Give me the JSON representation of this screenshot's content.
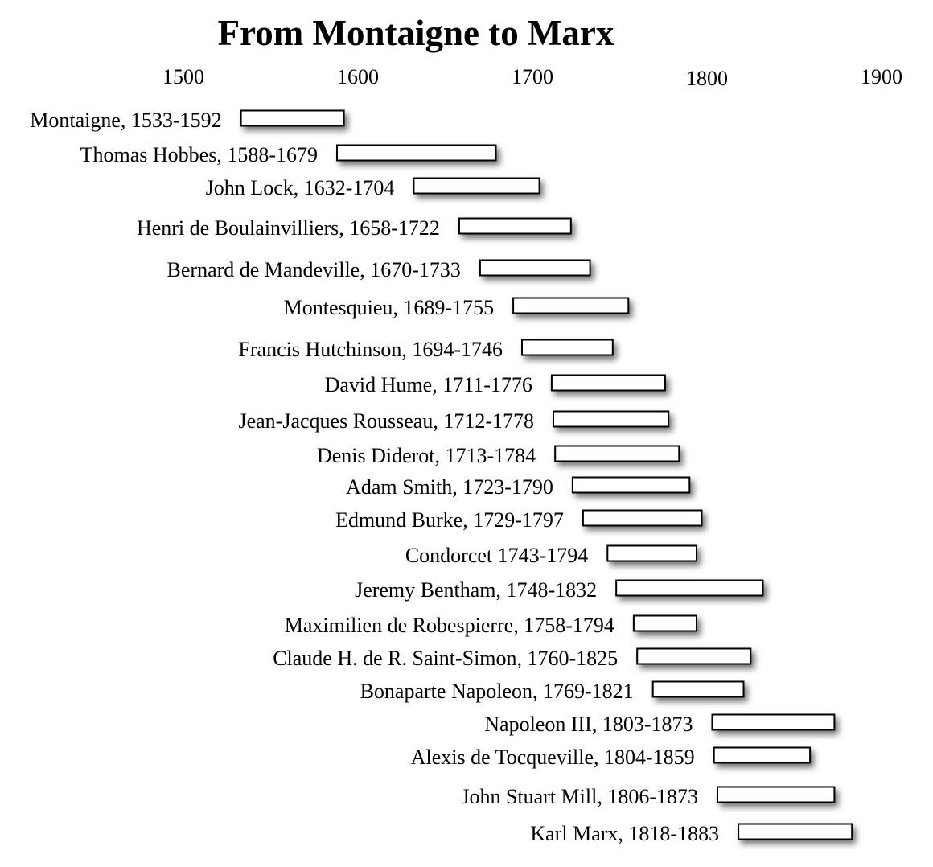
{
  "chart_data": {
    "type": "bar",
    "orientation": "horizontal-range",
    "title": "From Montaigne to Marx",
    "xlabel": "",
    "ylabel": "",
    "xlim": [
      1500,
      1900
    ],
    "x_ticks": [
      "1500",
      "1600",
      "1700",
      "1800",
      "1900"
    ],
    "grid": false,
    "legend": "none",
    "bar_fill": "#ffffff",
    "bar_stroke": "#000000",
    "series": [
      {
        "values": [
          {
            "label": "Montaigne, 1533-1592",
            "start": 1533,
            "end": 1592
          },
          {
            "label": "Thomas Hobbes, 1588-1679",
            "start": 1588,
            "end": 1679
          },
          {
            "label": "John Lock, 1632-1704",
            "start": 1632,
            "end": 1704
          },
          {
            "label": "Henri de Boulainvilliers, 1658-1722",
            "start": 1658,
            "end": 1722
          },
          {
            "label": "Bernard de Mandeville, 1670-1733",
            "start": 1670,
            "end": 1733
          },
          {
            "label": "Montesquieu, 1689-1755",
            "start": 1689,
            "end": 1755
          },
          {
            "label": "Francis Hutchinson, 1694-1746",
            "start": 1694,
            "end": 1746
          },
          {
            "label": "David Hume, 1711-1776",
            "start": 1711,
            "end": 1776
          },
          {
            "label": "Jean-Jacques Rousseau, 1712-1778",
            "start": 1712,
            "end": 1778
          },
          {
            "label": "Denis Diderot, 1713-1784",
            "start": 1713,
            "end": 1784
          },
          {
            "label": "Adam Smith, 1723-1790",
            "start": 1723,
            "end": 1790
          },
          {
            "label": "Edmund Burke, 1729-1797",
            "start": 1729,
            "end": 1797
          },
          {
            "label": "Condorcet 1743-1794",
            "start": 1743,
            "end": 1794
          },
          {
            "label": "Jeremy Bentham, 1748-1832",
            "start": 1748,
            "end": 1832
          },
          {
            "label": "Maximilien de Robespierre, 1758-1794",
            "start": 1758,
            "end": 1794
          },
          {
            "label": "Claude H. de R. Saint-Simon, 1760-1825",
            "start": 1760,
            "end": 1825
          },
          {
            "label": "Bonaparte Napoleon, 1769-1821",
            "start": 1769,
            "end": 1821
          },
          {
            "label": "Napoleon III, 1803-1873",
            "start": 1803,
            "end": 1873
          },
          {
            "label": "Alexis de Tocqueville, 1804-1859",
            "start": 1804,
            "end": 1859
          },
          {
            "label": "John Stuart Mill, 1806-1873",
            "start": 1806,
            "end": 1873
          },
          {
            "label": "Karl Marx, 1818-1883",
            "start": 1818,
            "end": 1883
          }
        ]
      }
    ]
  }
}
